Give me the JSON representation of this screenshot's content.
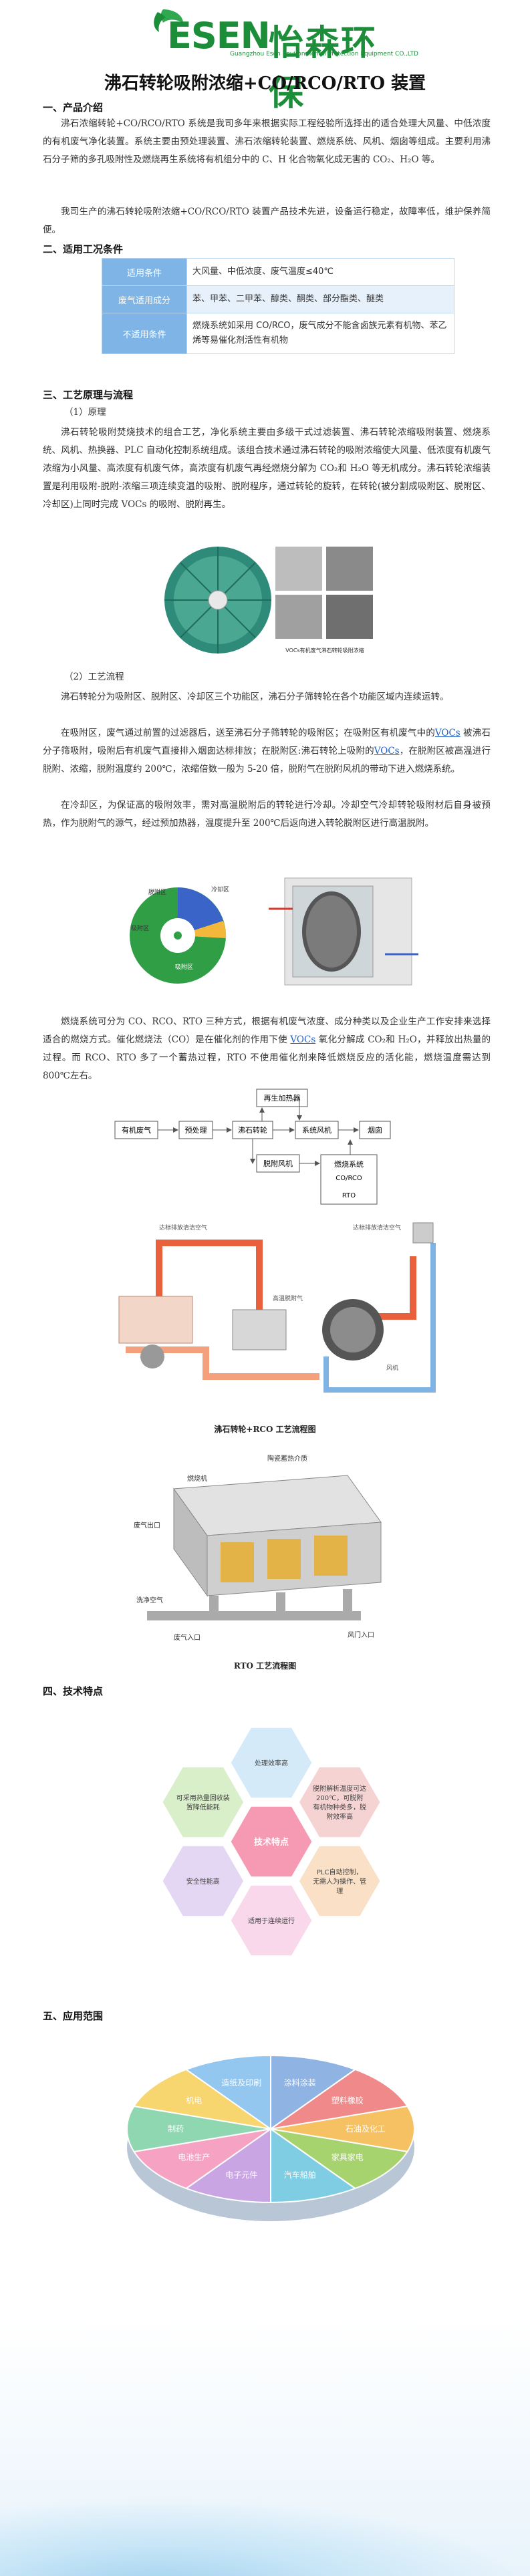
{
  "logo": {
    "brand_en": "ESEN",
    "brand_cn": "怡森环保",
    "subtitle": "Guangzhou Esen Environmental Protection Equipment CO.,LTD"
  },
  "title": "沸石转轮吸附浓缩+CO/RCO/RTO 装置",
  "sections": {
    "s1": "一、产品介绍",
    "s2": "二、适用工况条件",
    "s3": "三、工艺原理与流程",
    "s4": "四、技术特点",
    "s5": "五、应用范围"
  },
  "intro": {
    "p1": "沸石浓缩转轮+CO/RCO/RTO 系统是我司多年来根据实际工程经验所选择出的适合处理大风量、中低浓度的有机废气净化装置。系统主要由预处理装置、沸石浓缩转轮装置、燃烧系统、风机、烟囱等组成。主要利用沸石分子筛的多孔吸附性及燃烧再生系统将有机组分中的 C、H 化合物氧化成无害的 CO₂、H₂O 等。",
    "p2": "我司生产的沸石转轮吸附浓缩+CO/RCO/RTO 装置产品技术先进，设备运行稳定，故障率低，维护保养简便。"
  },
  "conditions": [
    {
      "key": "适用条件",
      "value": "大风量、中低浓度、废气温度≤40℃"
    },
    {
      "key": "废气适用成分",
      "value": "苯、甲苯、二甲苯、醇类、酮类、部分酯类、醚类"
    },
    {
      "key": "不适用条件",
      "value": "燃烧系统如采用 CO/RCO，废气成分不能含卤族元素有机物、苯乙烯等易催化剂活性有机物"
    }
  ],
  "principle": {
    "sub1": "（1）原理",
    "p1": "沸石转轮吸附焚烧技术的组合工艺，净化系统主要由多级干式过滤装置、沸石转轮浓缩吸附装置、燃烧系统、风机、热换器、PLC 自动化控制系统组成。该组合技术通过沸石转轮的吸附浓缩使大风量、低浓度有机废气浓缩为小风量、高浓度有机废气体，高浓度有机废气再经燃烧分解为 CO₂和 H₂O 等无机成分。沸石转轮浓缩装置是利用吸附-脱附-浓缩三项连续变温的吸附、脱附程序，通过转轮的旋转，在转轮(被分割成吸附区、脱附区、冷却区)上同时完成 VOCs 的吸附、脱附再生。",
    "fig1_caption": "VOCs有机废气沸石转轮吸附浓缩",
    "sub2": "（2）工艺流程",
    "p2": "沸石转轮分为吸附区、脱附区、冷却区三个功能区，沸石分子筛转轮在各个功能区域内连续运转。",
    "p3a": "在吸附区，废气通过前置的过滤器后，送至沸石分子筛转轮的吸附区；在吸附区有机废气中的",
    "p3_vocs1": "VOCs",
    "p3b": " 被沸石分子筛吸附，吸附后有机废气直接排入烟囱达标排放；在脱附区:沸石转轮上吸附的",
    "p3_vocs2": "VOCs",
    "p3c": "，在脱附区被高温进行脱附、浓缩，脱附温度约 200℃，浓缩倍数一般为 5-20 倍，脱附气在脱附风机的带动下进入燃烧系统。",
    "p4": "在冷却区，为保证高的吸附效率，需对高温脱附后的转轮进行冷却。冷却空气冷却转轮吸附材后自身被预热，作为脱附气的源气，经过预加热器，温度提升至 200℃后返向进入转轮脱附区进行高温脱附。",
    "wheel_labels": {
      "desorb": "脱附区",
      "cool": "冷却区",
      "adsorb": "吸附区",
      "main": "吸附区"
    },
    "p5a": "燃烧系统可分为 CO、RCO、RTO 三种方式，根据有机废气浓度、成分种类以及企业生产工作安排来选择适合的燃烧方式。催化燃烧法（CO）是在催化剂的作用下使 ",
    "p5_vocs": "VOCs",
    "p5b": " 氧化分解成 CO₂和 H₂O，并释放出热量的过程。而 RCO、RTO 多了一个蓄热过程，RTO 不使用催化剂来降低燃烧反应的活化能，燃烧温度需达到 800℃左右。"
  },
  "flow": {
    "organic_gas": "有机废气",
    "pretreat": "预处理",
    "zeolite": "沸石转轮",
    "system_fan": "系统风机",
    "chimney": "烟囱",
    "reheater": "再生加热器",
    "desorb_fan": "脱附风机",
    "combustion": "燃烧系统",
    "co_rco": "CO/RCO",
    "rto": "RTO"
  },
  "fig_rco": {
    "caption": "沸石转轮+RCO 工艺流程图",
    "label_tl": "达标排放清洁空气",
    "label_tr": "达标排放清洁空气",
    "label_hot": "高温脱附气",
    "label_fan": "风机"
  },
  "fig_rto": {
    "caption": "RTO 工艺流程图",
    "label_ceramic": "陶瓷蓄热介质",
    "label_burner": "燃烧机",
    "label_exhaust": "废气出口",
    "label_purge": "洗净空气",
    "label_inlet": "废气入口",
    "label_valve": "风门入口"
  },
  "features": {
    "center": "技术特点",
    "items": [
      "处理效率高",
      "脱附解析温度可达200℃，可脱附有机物种类多，脱附效率高",
      "PLC自动控制，无需人为操作、管理",
      "适用于连续运行",
      "安全性能高",
      "可采用热量回收装置降低能耗"
    ],
    "colors": [
      "#d5eaf8",
      "#f6d3d3",
      "#f9e0c6",
      "#f8d8ea",
      "#e4d7f3",
      "#d9efc9",
      "#f59ab2"
    ]
  },
  "applications": {
    "items": [
      "涂料涂装",
      "塑料橡胶",
      "石油及化工",
      "家具家电",
      "汽车船舶",
      "电子元件",
      "电池生产",
      "制药",
      "机电",
      "造纸及印刷"
    ],
    "colors": [
      "#8fb3e3",
      "#f08a8a",
      "#f5c163",
      "#a7d36f",
      "#7fcde3",
      "#c9a5e3",
      "#f6a3c3",
      "#8fd7b1",
      "#f7d56f",
      "#93c7f0"
    ]
  }
}
